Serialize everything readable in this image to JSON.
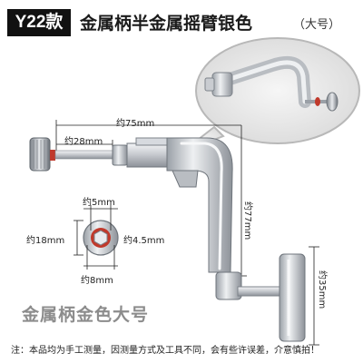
{
  "header": {
    "badge": "Y22款",
    "title": "金属柄半金属摇臂银色",
    "size_tag": "（大号）"
  },
  "dimensions": {
    "length_75": "约75mm",
    "length_28": "约28mm",
    "inner_5": "约5mm",
    "outer_18": "约18mm",
    "hex_4_5": "约4.5mm",
    "bottom_8": "约8mm",
    "height_77": "约77mm",
    "handle_35": "约35mm"
  },
  "watermark": "金属柄金色大号",
  "footer_note": "注：本品均为手工测量，因测量方式及工具不同，会有些许误差，介意慎拍！",
  "colors": {
    "badge_bg": "#111111",
    "metal_light": "#e4e6e9",
    "metal_dark": "#8d9299",
    "watermark": "#8c8c8c"
  }
}
